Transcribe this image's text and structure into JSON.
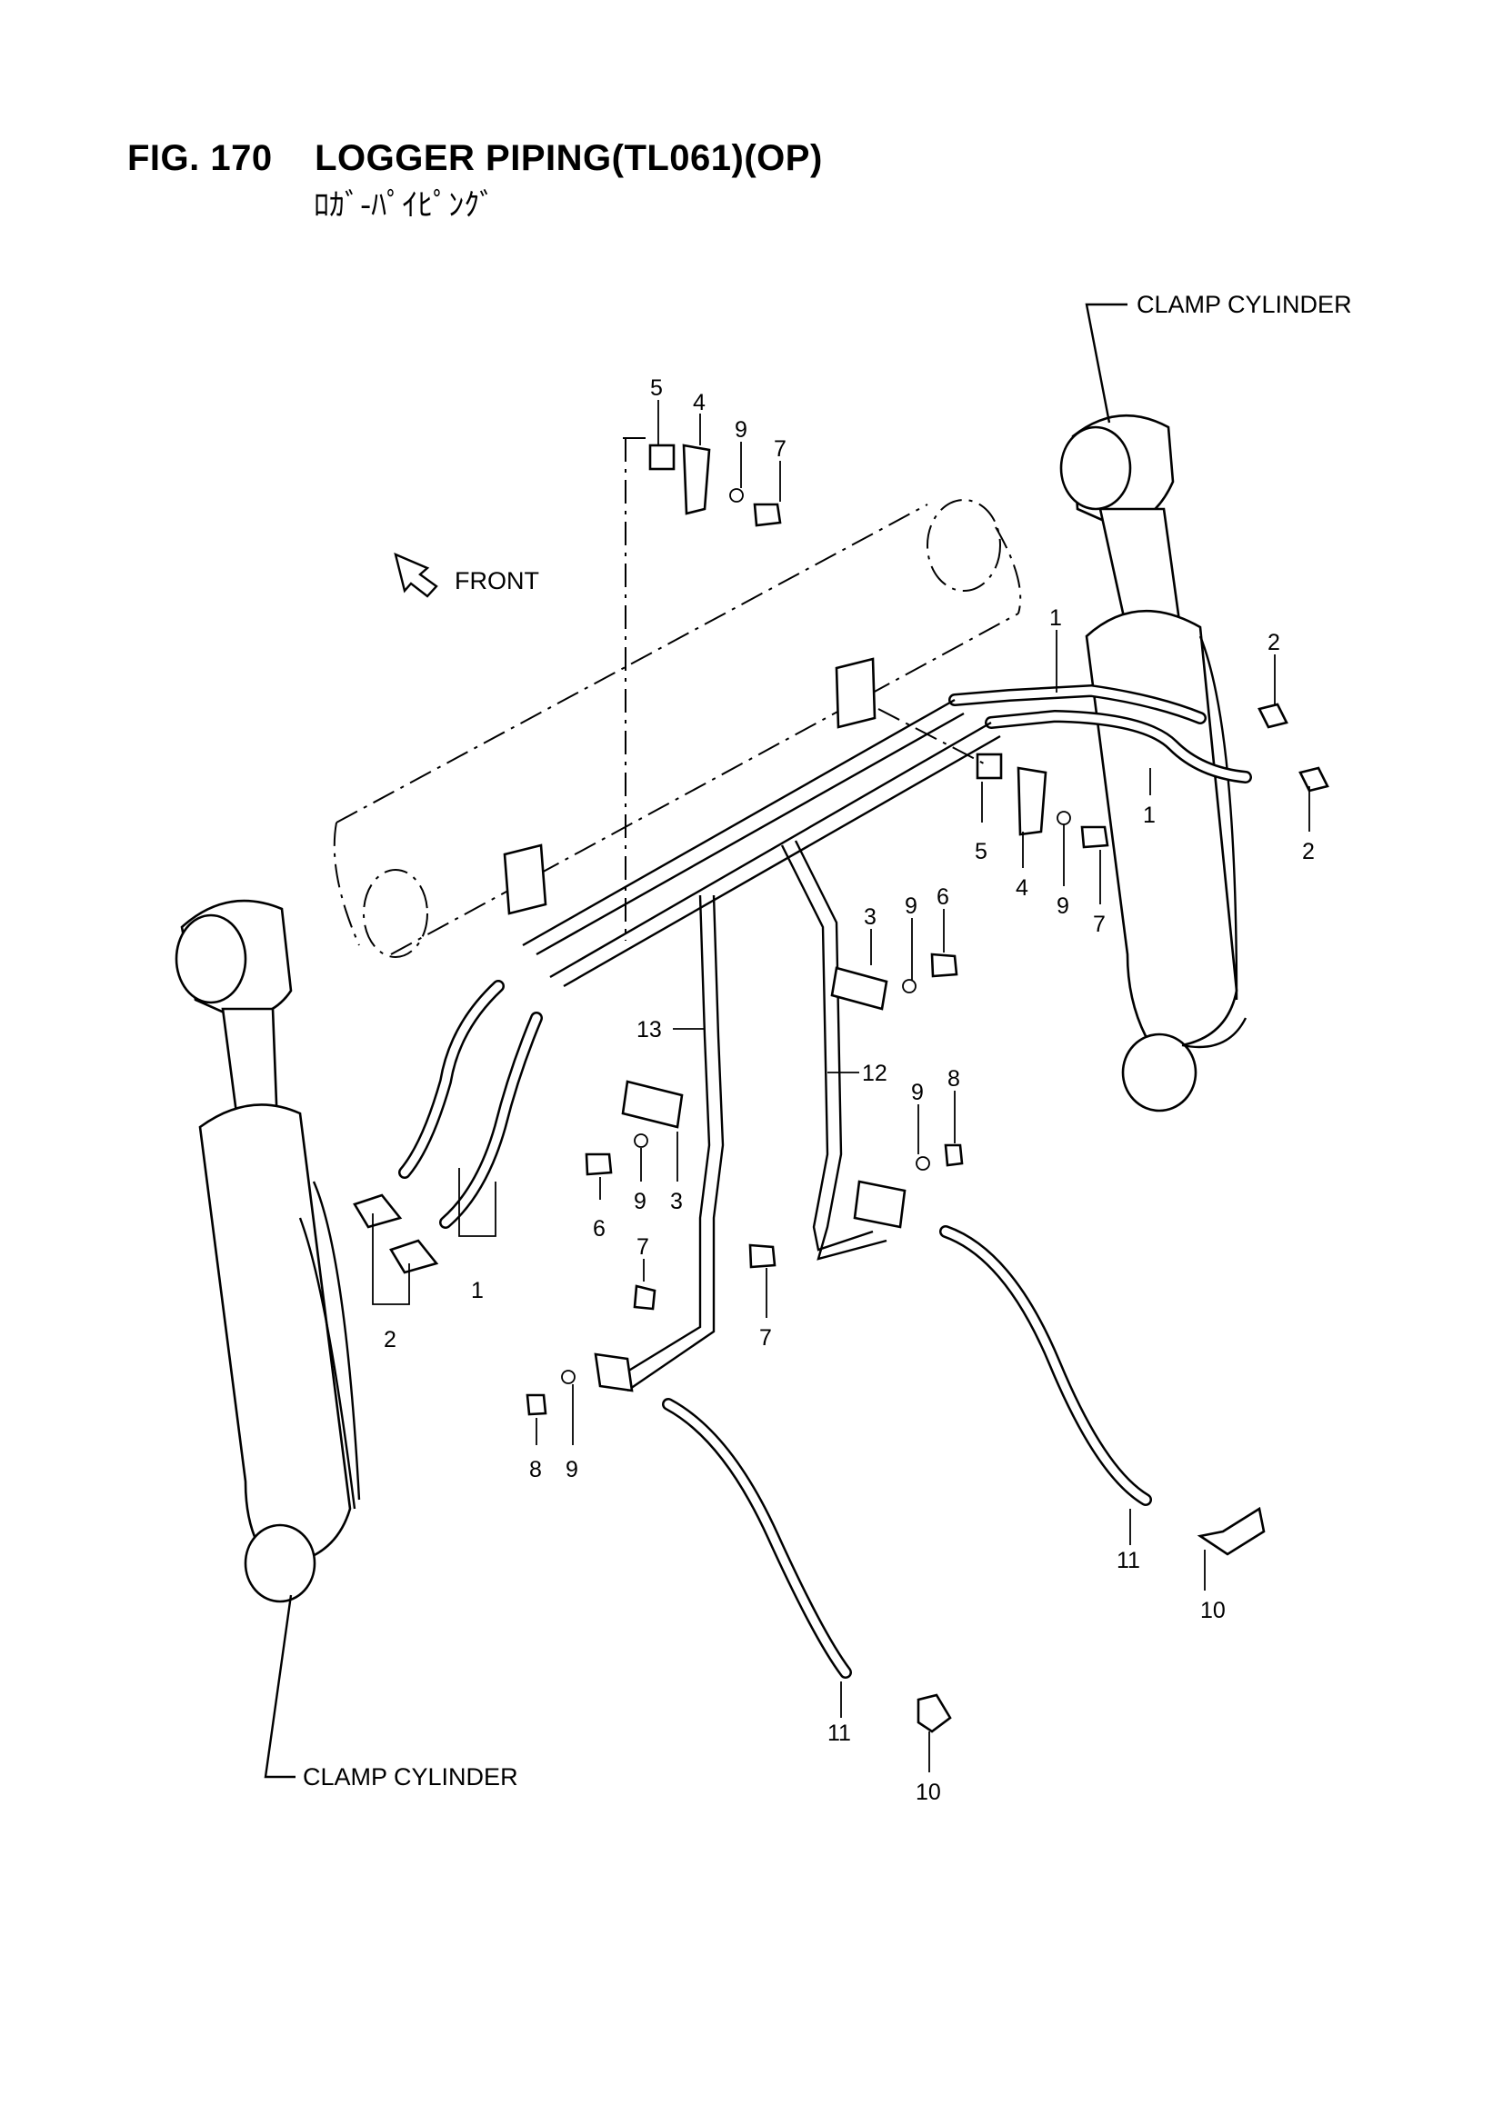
{
  "figure": {
    "title": "FIG. 170    LOGGER PIPING(TL061)(OP)",
    "subtitle": "ﾛｶﾞ-ﾊﾟｲﾋﾟﾝｸﾞ"
  },
  "labels": {
    "clamp_cylinder_top": "CLAMP CYLINDER",
    "clamp_cylinder_bottom": "CLAMP CYLINDER",
    "front": "FRONT"
  },
  "callouts": [
    {
      "id": "c5a",
      "num": "5"
    },
    {
      "id": "c4a",
      "num": "4"
    },
    {
      "id": "c9a",
      "num": "9"
    },
    {
      "id": "c7a",
      "num": "7"
    },
    {
      "id": "c1a",
      "num": "1"
    },
    {
      "id": "c2a",
      "num": "2"
    },
    {
      "id": "c1b",
      "num": "1"
    },
    {
      "id": "c2b",
      "num": "2"
    },
    {
      "id": "c5b",
      "num": "5"
    },
    {
      "id": "c4b",
      "num": "4"
    },
    {
      "id": "c9b",
      "num": "9"
    },
    {
      "id": "c7b",
      "num": "7"
    },
    {
      "id": "c3a",
      "num": "3"
    },
    {
      "id": "c9c",
      "num": "9"
    },
    {
      "id": "c6a",
      "num": "6"
    },
    {
      "id": "c13",
      "num": "13"
    },
    {
      "id": "c12",
      "num": "12"
    },
    {
      "id": "c9d",
      "num": "9"
    },
    {
      "id": "c8a",
      "num": "8"
    },
    {
      "id": "c6b",
      "num": "6"
    },
    {
      "id": "c9e",
      "num": "9"
    },
    {
      "id": "c3b",
      "num": "3"
    },
    {
      "id": "c1c",
      "num": "1"
    },
    {
      "id": "c2c",
      "num": "2"
    },
    {
      "id": "c7c",
      "num": "7"
    },
    {
      "id": "c7d",
      "num": "7"
    },
    {
      "id": "c8b",
      "num": "8"
    },
    {
      "id": "c9f",
      "num": "9"
    },
    {
      "id": "c11a",
      "num": "11"
    },
    {
      "id": "c10a",
      "num": "10"
    },
    {
      "id": "c11b",
      "num": "11"
    },
    {
      "id": "c10b",
      "num": "10"
    }
  ]
}
